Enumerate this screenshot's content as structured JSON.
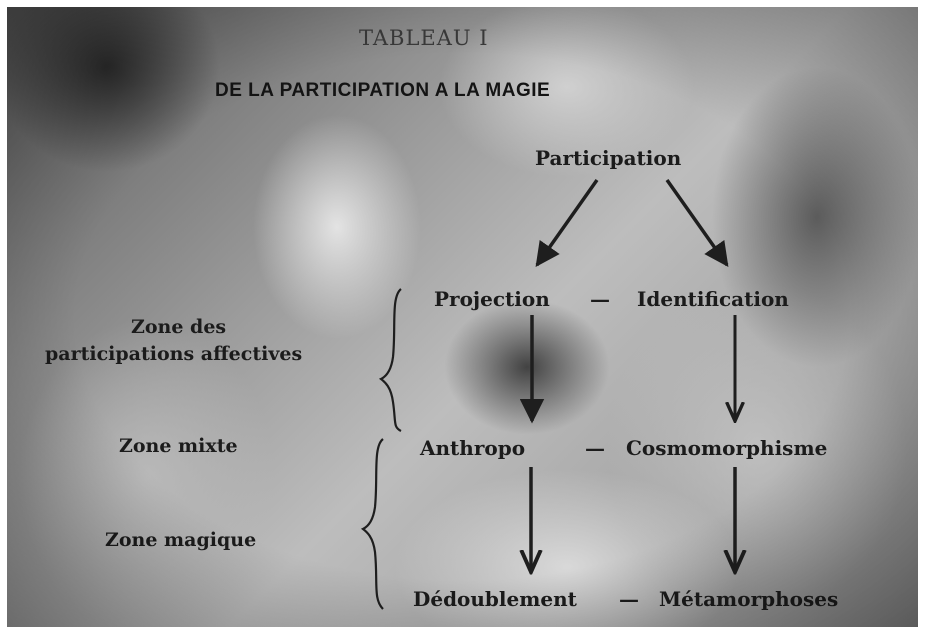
{
  "heading": "TABLEAU I",
  "title": "DE LA PARTICIPATION A LA MAGIE",
  "nodes": {
    "participation": "Participation",
    "projection": "Projection",
    "identification": "Identification",
    "anthropo": "Anthropo",
    "cosmomorphisme": "Cosmomorphisme",
    "dedoublement": "Dédoublement",
    "metamorphoses": "Métamorphoses"
  },
  "separator": "—",
  "zones": {
    "affective_line1": "Zone des",
    "affective_line2": "participations affectives",
    "mixed": "Zone mixte",
    "magic": "Zone magique"
  },
  "colors": {
    "text": "#1b1b1b",
    "arrow": "#1e1e1e"
  }
}
